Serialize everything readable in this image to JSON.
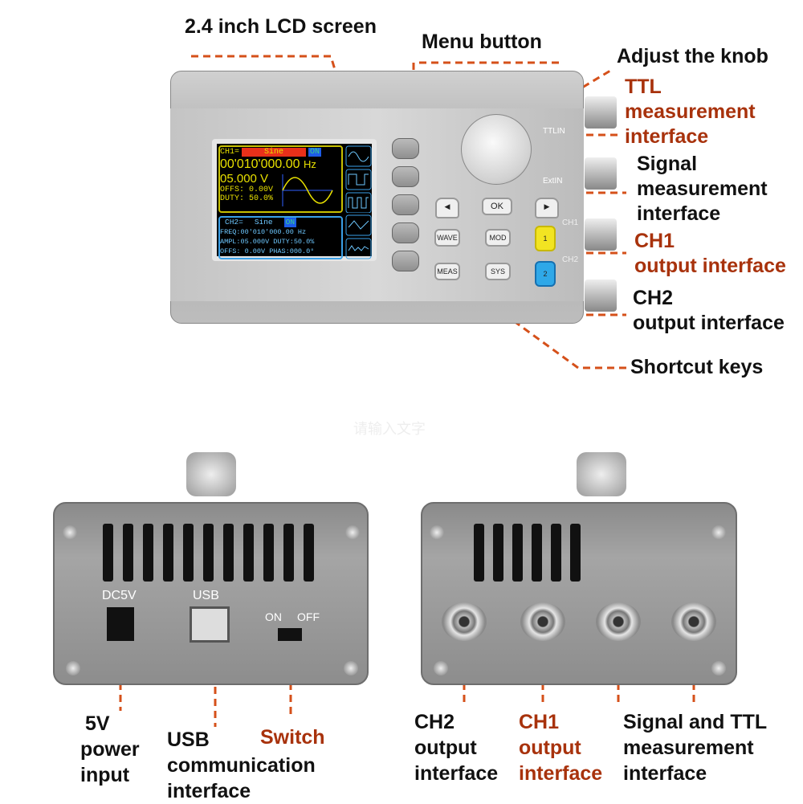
{
  "labels": {
    "lcd": "2.4 inch LCD screen",
    "menu": "Menu button",
    "knob": "Adjust the knob",
    "ttl": [
      "TTL",
      "measurement",
      "interface"
    ],
    "signal": [
      "Signal",
      "measurement",
      "interface"
    ],
    "ch1": [
      "CH1",
      "output interface"
    ],
    "ch2": [
      "CH2",
      "output interface"
    ],
    "shortcut": "Shortcut keys",
    "power": [
      "5V",
      "power",
      "input"
    ],
    "usb": [
      "USB",
      "communication",
      "interface"
    ],
    "switch": "Switch",
    "ch2b": [
      "CH2",
      "output",
      "interface"
    ],
    "ch1b": [
      "CH1",
      "output",
      "interface"
    ],
    "sigttl": [
      "Signal and TTL",
      "measurement",
      "interface"
    ]
  },
  "screen": {
    "ch1": "CH1=",
    "ch1_wave": "Sine",
    "on": "ON",
    "freq": "00'010'000.00",
    "hz": "Hz",
    "ampl": "05.000 V",
    "offs": "OFFS: 0.00V",
    "duty": "DUTY: 50.0%",
    "ch2": "CH2=",
    "ch2_wave": "Sine",
    "ch2_on": "ON",
    "ch2_freq": "FREQ:00'010'000.00 Hz",
    "ch2_ampl": "AMPL:05.000V DUTY:50.0%",
    "ch2_offs": "OFFS: 0.00V PHAS:000.0°"
  },
  "keys": {
    "ok": "OK",
    "wave": "WAVE",
    "mod": "MOD",
    "meas": "MEAS",
    "sys": "SYS",
    "ch1": "1",
    "ch2": "2",
    "left": "◀",
    "right": "▶"
  },
  "side_marks": {
    "ttlin": "TTLIN",
    "extin": "ExtIN",
    "ch1": "CH1",
    "ch2": "CH2"
  },
  "back": {
    "dc": "DC5V",
    "usb": "USB",
    "on": "ON",
    "off": "OFF"
  },
  "watermark": "请输入文字",
  "colors": {
    "leader": "#d5501a",
    "red_label": "#a8320c"
  }
}
